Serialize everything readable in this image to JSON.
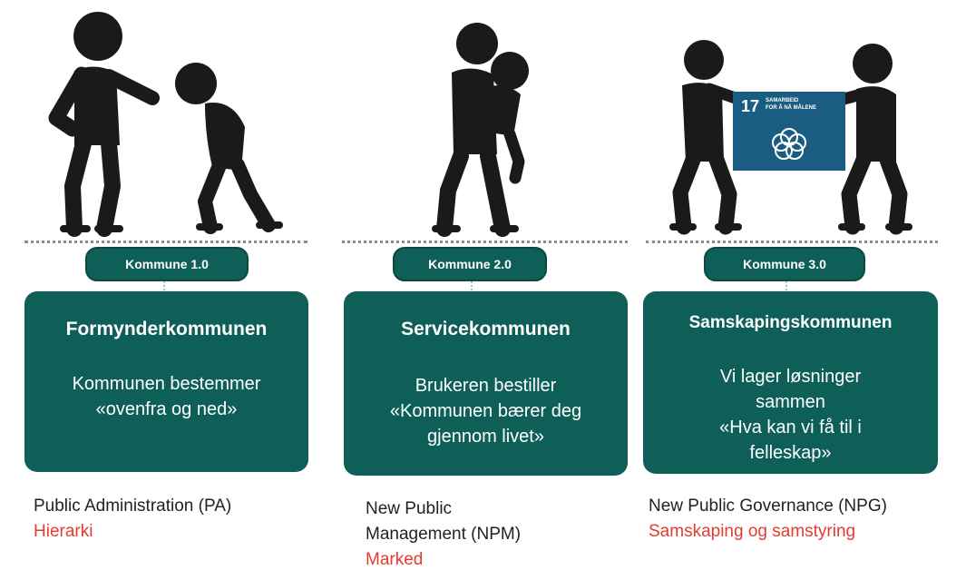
{
  "stages": [
    {
      "badge": "Kommune 1.0",
      "title": "Formynderkommunen",
      "body_lines": [
        "Kommunen bestemmer",
        "«ovenfra og ned»"
      ],
      "model": "Public Administration (PA)",
      "model_lines": [
        "Public Administration (PA)"
      ],
      "mode": "Hierarki",
      "illustration": "pointing-person-and-sad-person-icon"
    },
    {
      "badge": "Kommune 2.0",
      "title": "Servicekommunen",
      "body_lines": [
        "Brukeren bestiller",
        "«Kommunen bærer deg",
        "gjennom livet»"
      ],
      "model": "New Public Management (NPM)",
      "model_lines": [
        "New Public",
        "Management (NPM)"
      ],
      "mode": "Marked",
      "illustration": "person-carrying-person-icon"
    },
    {
      "badge": "Kommune 3.0",
      "title": "Samskapingskommunen",
      "body_lines": [
        "Vi lager løsninger",
        "sammen",
        "«Hva kan vi få til i",
        "felleskap»"
      ],
      "model": "New Public Governance (NPG)",
      "model_lines": [
        "New Public Governance (NPG)"
      ],
      "mode": "Samskaping og samstyring",
      "illustration": "two-people-carrying-sign-icon"
    }
  ],
  "sdg_sign": {
    "number": "17",
    "text_lines": [
      "SAMARBEID",
      "FOR Å NÅ MÅLENE"
    ],
    "icon": "sdg-17-rings-icon",
    "color": "#1b5d82"
  },
  "colors": {
    "teal": "#0f5f59",
    "red": "#e53a2e",
    "figure": "#1a1a1a"
  }
}
